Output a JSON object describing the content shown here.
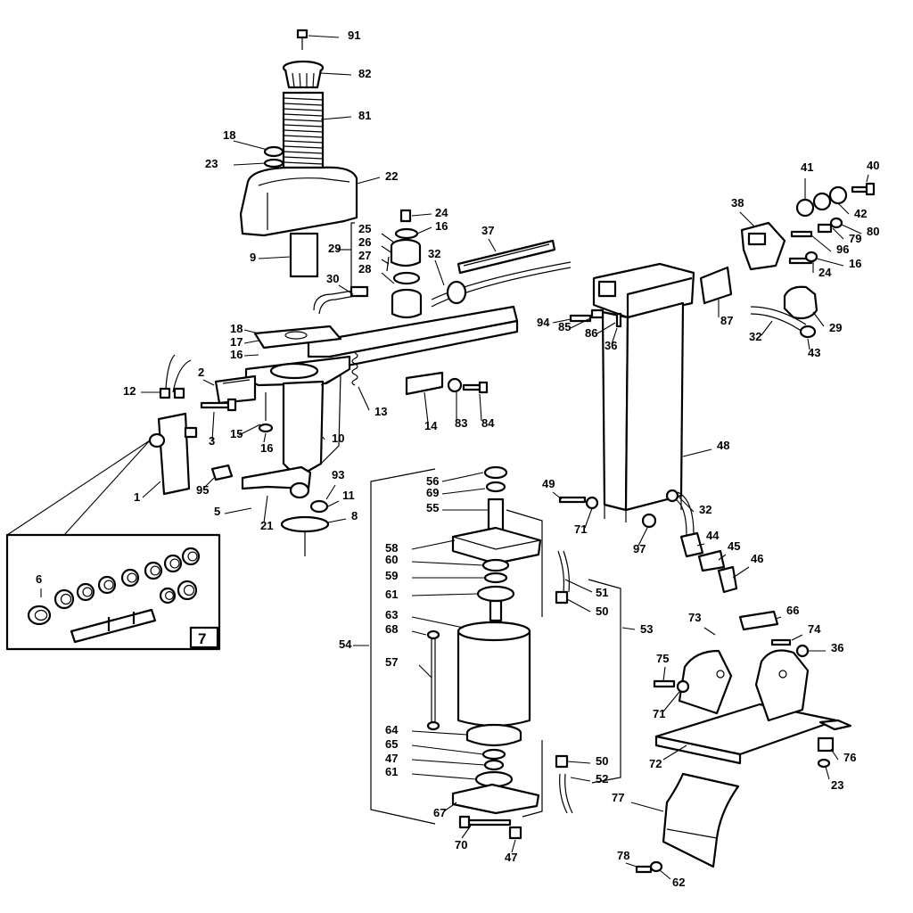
{
  "callouts": [
    {
      "text": "91"
    },
    {
      "text": "82"
    },
    {
      "text": "81"
    },
    {
      "text": "18"
    },
    {
      "text": "23"
    },
    {
      "text": "22"
    },
    {
      "text": "24"
    },
    {
      "text": "16"
    },
    {
      "text": "25"
    },
    {
      "text": "26"
    },
    {
      "text": "29"
    },
    {
      "text": "27"
    },
    {
      "text": "28"
    },
    {
      "text": "9"
    },
    {
      "text": "37"
    },
    {
      "text": "32"
    },
    {
      "text": "30"
    },
    {
      "text": "18"
    },
    {
      "text": "17"
    },
    {
      "text": "16"
    },
    {
      "text": "2"
    },
    {
      "text": "12"
    },
    {
      "text": "3"
    },
    {
      "text": "15"
    },
    {
      "text": "16"
    },
    {
      "text": "13"
    },
    {
      "text": "14"
    },
    {
      "text": "83"
    },
    {
      "text": "84"
    },
    {
      "text": "10"
    },
    {
      "text": "1"
    },
    {
      "text": "95"
    },
    {
      "text": "5"
    },
    {
      "text": "21"
    },
    {
      "text": "93"
    },
    {
      "text": "11"
    },
    {
      "text": "8"
    },
    {
      "text": "6"
    },
    {
      "text": "41"
    },
    {
      "text": "40"
    },
    {
      "text": "38"
    },
    {
      "text": "42"
    },
    {
      "text": "79"
    },
    {
      "text": "80"
    },
    {
      "text": "96"
    },
    {
      "text": "24"
    },
    {
      "text": "16"
    },
    {
      "text": "87"
    },
    {
      "text": "29"
    },
    {
      "text": "32"
    },
    {
      "text": "43"
    },
    {
      "text": "94"
    },
    {
      "text": "85"
    },
    {
      "text": "86"
    },
    {
      "text": "36"
    },
    {
      "text": "48"
    },
    {
      "text": "49"
    },
    {
      "text": "71"
    },
    {
      "text": "32"
    },
    {
      "text": "97"
    },
    {
      "text": "44"
    },
    {
      "text": "45"
    },
    {
      "text": "46"
    },
    {
      "text": "56"
    },
    {
      "text": "69"
    },
    {
      "text": "55"
    },
    {
      "text": "58"
    },
    {
      "text": "60"
    },
    {
      "text": "59"
    },
    {
      "text": "61"
    },
    {
      "text": "63"
    },
    {
      "text": "68"
    },
    {
      "text": "57"
    },
    {
      "text": "54"
    },
    {
      "text": "64"
    },
    {
      "text": "65"
    },
    {
      "text": "47"
    },
    {
      "text": "61"
    },
    {
      "text": "67"
    },
    {
      "text": "70"
    },
    {
      "text": "47"
    },
    {
      "text": "51"
    },
    {
      "text": "50"
    },
    {
      "text": "53"
    },
    {
      "text": "50"
    },
    {
      "text": "52"
    },
    {
      "text": "73"
    },
    {
      "text": "66"
    },
    {
      "text": "74"
    },
    {
      "text": "36"
    },
    {
      "text": "75"
    },
    {
      "text": "71"
    },
    {
      "text": "72"
    },
    {
      "text": "76"
    },
    {
      "text": "23"
    },
    {
      "text": "77"
    },
    {
      "text": "78"
    },
    {
      "text": "62"
    }
  ],
  "inset": {
    "label": "7"
  }
}
